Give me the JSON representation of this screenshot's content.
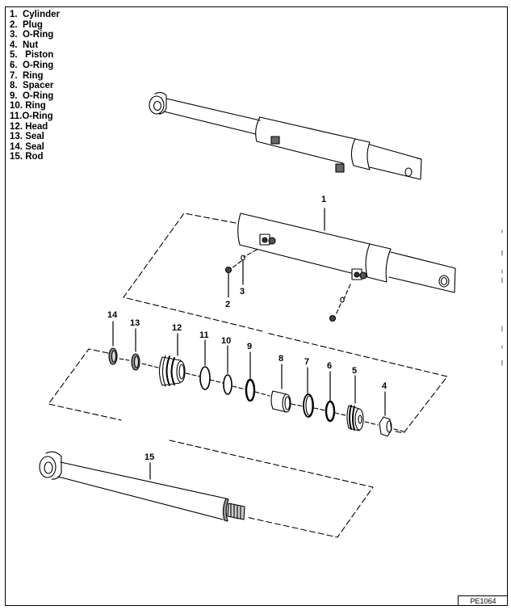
{
  "diagram": {
    "title": "Hydraulic cylinder exploded parts view",
    "drawing_number": "PE1064",
    "legend": [
      {
        "num": "1.",
        "name": "Cylinder"
      },
      {
        "num": "2.",
        "name": "Plug"
      },
      {
        "num": "3.",
        "name": "O-Ring"
      },
      {
        "num": "4.",
        "name": "Nut"
      },
      {
        "num": "5.",
        "name": " Piston"
      },
      {
        "num": "6.",
        "name": "O-Ring"
      },
      {
        "num": "7.",
        "name": "Ring"
      },
      {
        "num": "8.",
        "name": "Spacer"
      },
      {
        "num": "9.",
        "name": "O-Ring"
      },
      {
        "num": "10.",
        "name": "Ring"
      },
      {
        "num": "11.",
        "name": "O-Ring"
      },
      {
        "num": "12.",
        "name": "Head"
      },
      {
        "num": "13.",
        "name": "Seal"
      },
      {
        "num": "14.",
        "name": "Seal"
      },
      {
        "num": "15.",
        "name": "Rod"
      }
    ],
    "callouts": {
      "c1": "1",
      "c2": "2",
      "c3": "3",
      "c4": "4",
      "c5": "5",
      "c6": "6",
      "c7": "7",
      "c8": "8",
      "c9": "9",
      "c10": "10",
      "c11": "11",
      "c12": "12",
      "c13": "13",
      "c14": "14",
      "c15": "15"
    },
    "colors": {
      "ink": "#000000",
      "paper": "#ffffff",
      "shade": "#9a9a9a"
    }
  }
}
